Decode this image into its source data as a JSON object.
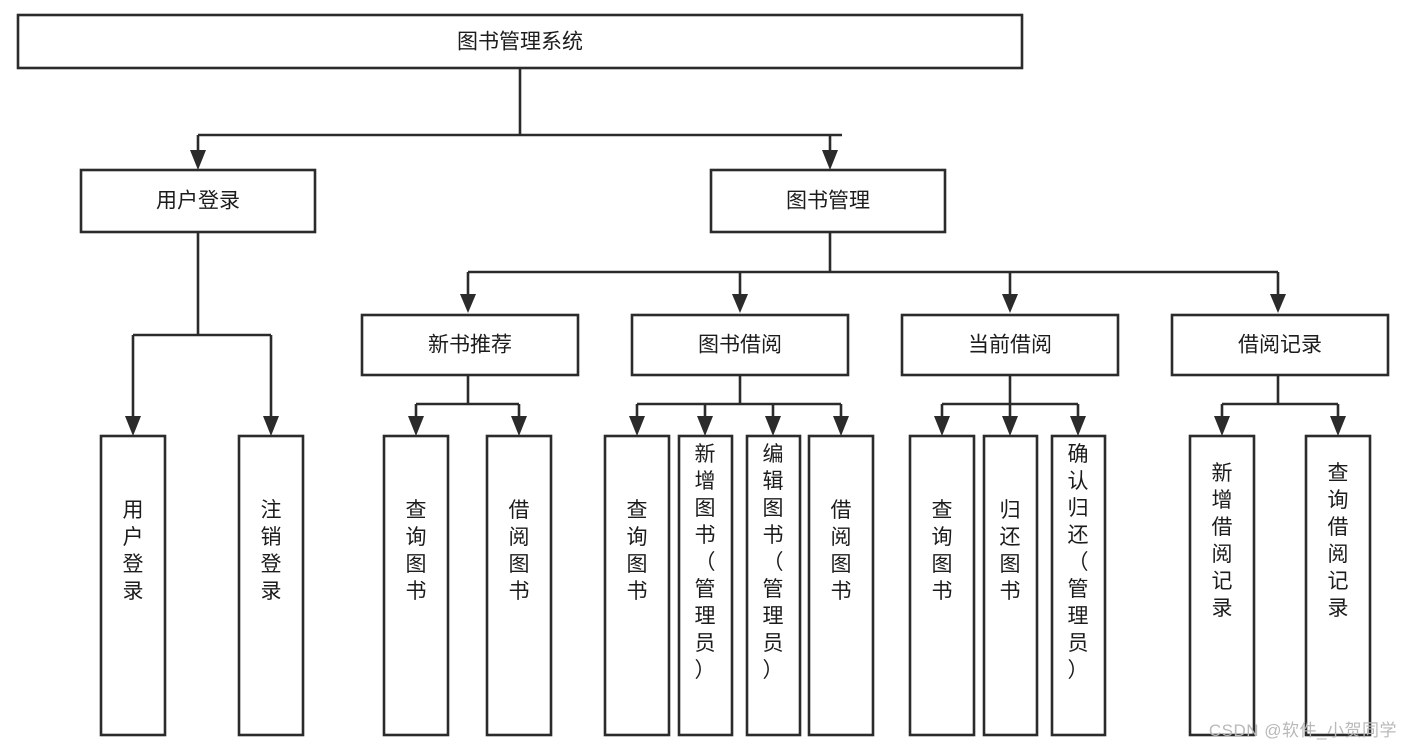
{
  "diagram": {
    "type": "tree",
    "orientation": "top-down",
    "title": "图书管理系统",
    "watermark": "CSDN @软件_小贺同学",
    "colors": {
      "stroke": "#2b2b2b",
      "box_fill": "#ffffff",
      "text": "#1c1c1c",
      "background": "#ffffff",
      "watermark": "#b9b9b9"
    },
    "nodes": {
      "root": {
        "label": "图书管理系统"
      },
      "level2": [
        {
          "id": "user-login",
          "label": "用户登录"
        },
        {
          "id": "book-manage",
          "label": "图书管理"
        }
      ],
      "level3": [
        {
          "id": "new-book-recommend",
          "label": "新书推荐"
        },
        {
          "id": "book-borrow",
          "label": "图书借阅"
        },
        {
          "id": "current-borrow",
          "label": "当前借阅"
        },
        {
          "id": "borrow-record",
          "label": "借阅记录"
        }
      ],
      "leaves": {
        "user_login": [
          {
            "id": "leaf-user-login",
            "label": "用户登录"
          },
          {
            "id": "leaf-logout",
            "label": "注销登录"
          }
        ],
        "new_book_recommend": [
          {
            "id": "leaf-query-book-1",
            "label": "查询图书"
          },
          {
            "id": "leaf-borrow-book-1",
            "label": "借阅图书"
          }
        ],
        "book_borrow": [
          {
            "id": "leaf-query-book-2",
            "label": "查询图书"
          },
          {
            "id": "leaf-add-book",
            "label": "新增图书（管理员）"
          },
          {
            "id": "leaf-edit-book",
            "label": "编辑图书（管理员）"
          },
          {
            "id": "leaf-borrow-book-2",
            "label": "借阅图书"
          }
        ],
        "current_borrow": [
          {
            "id": "leaf-query-book-3",
            "label": "查询图书"
          },
          {
            "id": "leaf-return-book",
            "label": "归还图书"
          },
          {
            "id": "leaf-confirm-return",
            "label": "确认归还（管理员）"
          }
        ],
        "borrow_record": [
          {
            "id": "leaf-add-record",
            "label": "新增借阅记录"
          },
          {
            "id": "leaf-query-record",
            "label": "查询借阅记录"
          }
        ]
      }
    },
    "edges": [
      {
        "from": "图书管理系统",
        "to": "用户登录"
      },
      {
        "from": "图书管理系统",
        "to": "图书管理"
      },
      {
        "from": "用户登录",
        "to": "用户登录"
      },
      {
        "from": "用户登录",
        "to": "注销登录"
      },
      {
        "from": "图书管理",
        "to": "新书推荐"
      },
      {
        "from": "图书管理",
        "to": "图书借阅"
      },
      {
        "from": "图书管理",
        "to": "当前借阅"
      },
      {
        "from": "图书管理",
        "to": "借阅记录"
      },
      {
        "from": "新书推荐",
        "to": "查询图书"
      },
      {
        "from": "新书推荐",
        "to": "借阅图书"
      },
      {
        "from": "图书借阅",
        "to": "查询图书"
      },
      {
        "from": "图书借阅",
        "to": "新增图书（管理员）"
      },
      {
        "from": "图书借阅",
        "to": "编辑图书（管理员）"
      },
      {
        "from": "图书借阅",
        "to": "借阅图书"
      },
      {
        "from": "当前借阅",
        "to": "查询图书"
      },
      {
        "from": "当前借阅",
        "to": "归还图书"
      },
      {
        "from": "当前借阅",
        "to": "确认归还（管理员）"
      },
      {
        "from": "借阅记录",
        "to": "新增借阅记录"
      },
      {
        "from": "借阅记录",
        "to": "查询借阅记录"
      }
    ]
  }
}
